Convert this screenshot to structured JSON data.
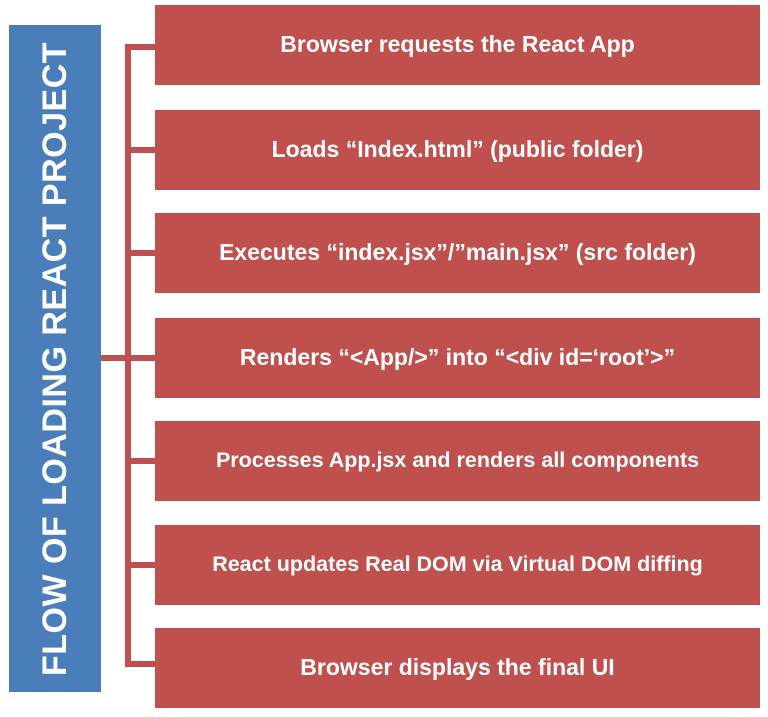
{
  "diagram": {
    "type": "bracket-flow",
    "title": "FLOW OF LOADING REACT PROJECT",
    "colors": {
      "title_bar": "#4A7EBB",
      "step_box": "#C0504D",
      "connector": "#C0504D",
      "text": "#FFFFFF",
      "background": "#FFFFFF"
    },
    "steps": [
      {
        "index": 1,
        "label": "Browser requests the React App"
      },
      {
        "index": 2,
        "label": "Loads “Index.html” (public folder)"
      },
      {
        "index": 3,
        "label": "Executes “index.jsx”/”main.jsx” (src folder)"
      },
      {
        "index": 4,
        "label": "Renders “<App/>” into “<div id=‘root’>”"
      },
      {
        "index": 5,
        "label": "Processes App.jsx and renders all components"
      },
      {
        "index": 6,
        "label": "React updates Real DOM via Virtual DOM diffing"
      },
      {
        "index": 7,
        "label": "Browser displays the final UI"
      }
    ]
  }
}
